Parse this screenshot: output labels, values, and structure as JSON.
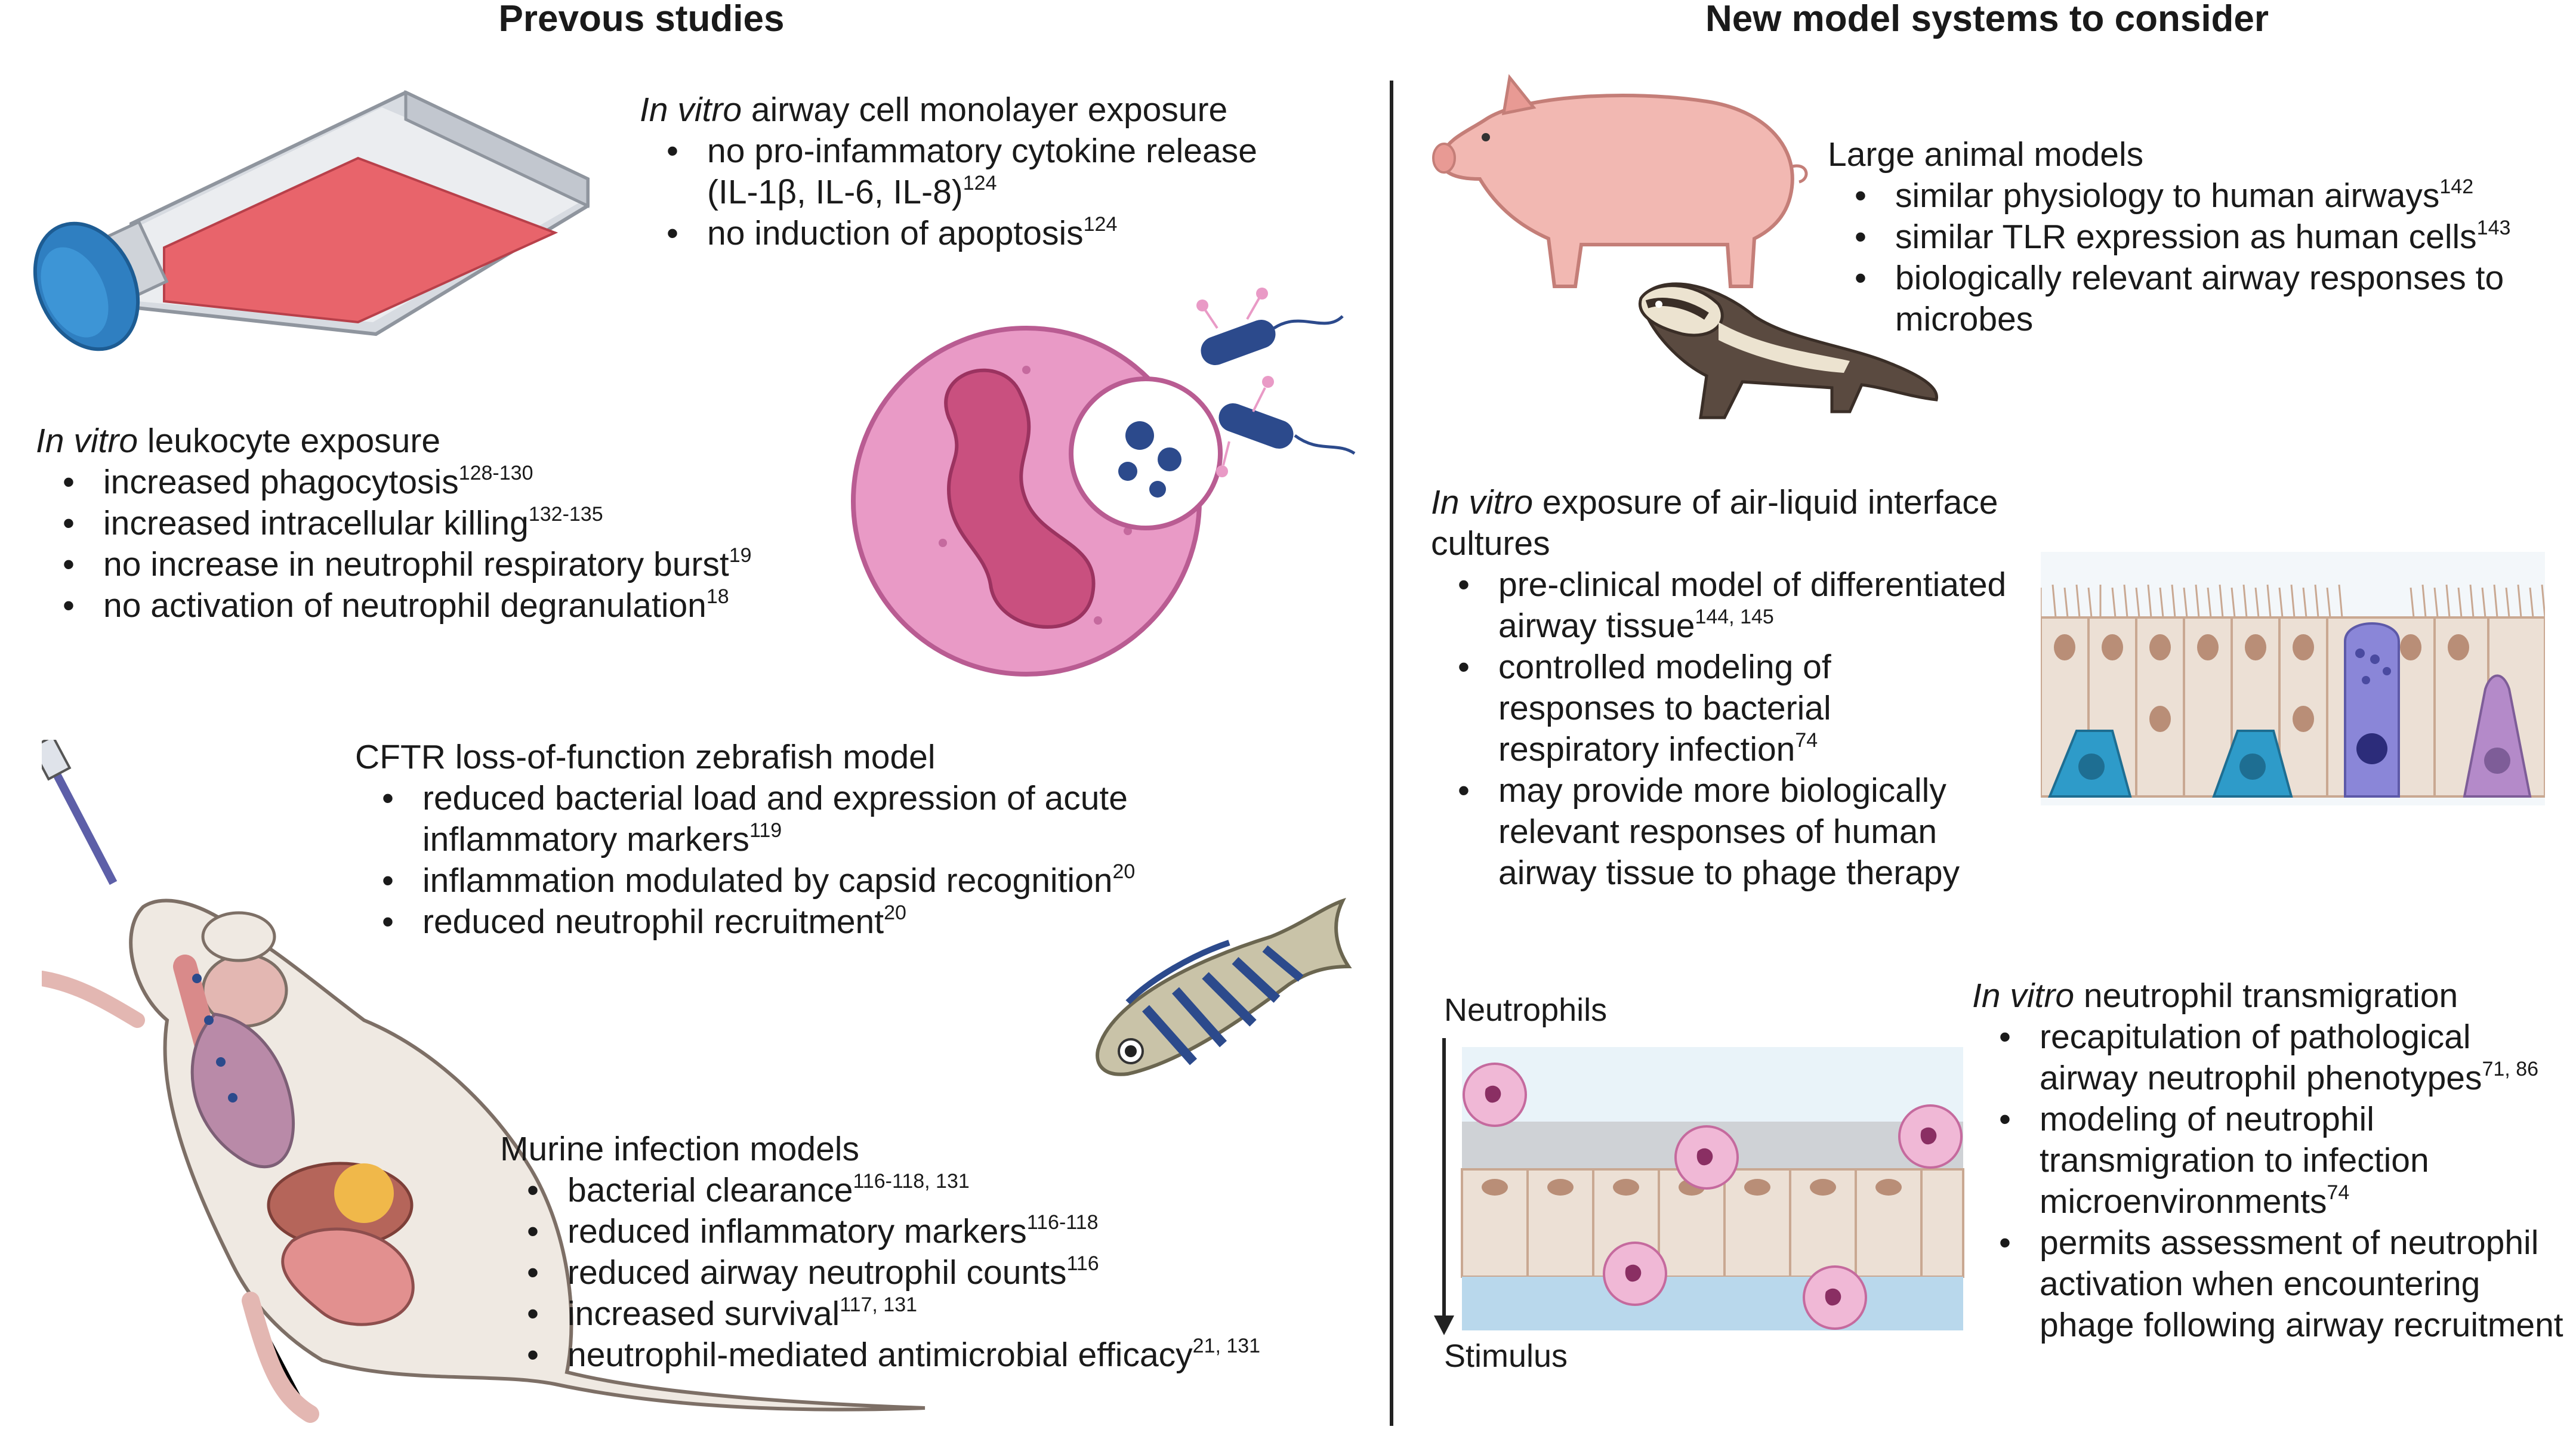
{
  "headings": {
    "left": "Prevous studies",
    "right": "New model systems to consider"
  },
  "blocks": {
    "monolayer": {
      "head_italic": "In vitro",
      "head_rest": " airway cell monolayer exposure",
      "items": [
        {
          "text": "no pro-infammatory cytokine release (IL-1β, IL-6, IL-8)",
          "ref": "124"
        },
        {
          "text": "no induction of apoptosis",
          "ref": "124"
        }
      ]
    },
    "leukocyte": {
      "head_italic": "In vitro",
      "head_rest": " leukocyte exposure",
      "items": [
        {
          "text": "increased phagocytosis",
          "ref": "128-130"
        },
        {
          "text": "increased intracellular killing",
          "ref": "132-135"
        },
        {
          "text": "no increase in neutrophil respiratory burst",
          "ref": "19"
        },
        {
          "text": "no activation of neutrophil degranulation",
          "ref": "18"
        }
      ]
    },
    "zebrafish": {
      "head_italic": "",
      "head_rest": "CFTR loss-of-function zebrafish model",
      "items": [
        {
          "text": "reduced bacterial load and expression of acute inflammatory markers",
          "ref": "119"
        },
        {
          "text": "inflammation modulated by capsid recognition",
          "ref": "20"
        },
        {
          "text": "reduced neutrophil recruitment",
          "ref": "20"
        }
      ]
    },
    "murine": {
      "head_italic": "",
      "head_rest": "Murine infection models",
      "items": [
        {
          "text": "bacterial clearance",
          "ref": "116-118, 131"
        },
        {
          "text": "reduced inflammatory markers",
          "ref": "116-118"
        },
        {
          "text": "reduced airway neutrophil counts",
          "ref": "116"
        },
        {
          "text": "increased survival",
          "ref": "117, 131"
        },
        {
          "text": "neutrophil-mediated antimicrobial efficacy",
          "ref": "21, 131"
        }
      ]
    },
    "large_animal": {
      "head_italic": "",
      "head_rest": "Large animal models",
      "items": [
        {
          "text": "similar physiology to human airways",
          "ref": "142"
        },
        {
          "text": "similar TLR expression as human cells",
          "ref": "143"
        },
        {
          "text": "biologically relevant airway responses to microbes",
          "ref": ""
        }
      ]
    },
    "ali": {
      "head_italic": "In vitro",
      "head_rest": " exposure of air-liquid interface cultures",
      "items": [
        {
          "text": "pre-clinical model of differentiated airway tissue",
          "ref": "144, 145"
        },
        {
          "text": "controlled modeling of responses to bacterial respiratory infection",
          "ref": "74"
        },
        {
          "text": "may provide more biologically relevant responses of human airway tissue to phage therapy",
          "ref": ""
        }
      ]
    },
    "transmigration": {
      "head_italic": "In vitro",
      "head_rest": " neutrophil transmigration",
      "items": [
        {
          "text": "recapitulation of pathological airway neutrophil phenotypes",
          "ref": "71, 86"
        },
        {
          "text": "modeling of neutrophil transmigration to infection microenvironments",
          "ref": "74"
        },
        {
          "text": "permits assessment of neutrophil activation when encountering phage following airway recruitment",
          "ref": ""
        }
      ]
    }
  },
  "transmigration_diagram": {
    "top_label": "Neutrophils",
    "bottom_label": "Stimulus"
  },
  "colors": {
    "flask_medium": "#e8646b",
    "flask_cap": "#2f7fc1",
    "neutrophil": "#e99ac6",
    "nucleus": "#c9507f",
    "pig": "#f2b8b2",
    "ferret": "#5a4a40",
    "zebrafish_stripe": "#2c4a8c",
    "cilia_cell_blue": "#2e9bc9",
    "goblet": "#8a86d8",
    "mouse_body": "#efe9e2",
    "liquid_layer": "#b9d8ec"
  }
}
